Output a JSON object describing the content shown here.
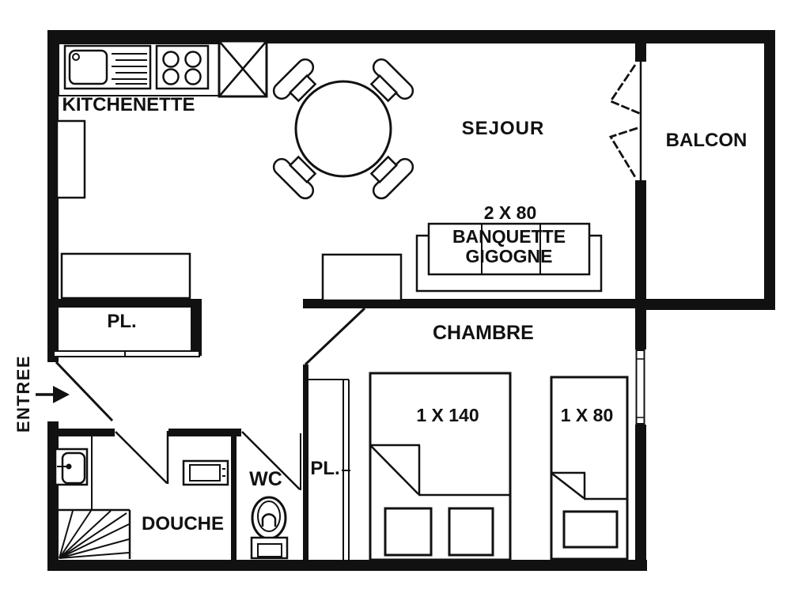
{
  "rooms": {
    "kitchenette": "KITCHENETTE",
    "sejour": "SEJOUR",
    "balcon": "BALCON",
    "chambre": "CHAMBRE",
    "douche": "DOUCHE",
    "wc": "WC",
    "entree": "ENTREE"
  },
  "closets": {
    "entry": "PL.",
    "chambre": "PL."
  },
  "furniture": {
    "banquette": {
      "dim": "2 X 80",
      "line1": "BANQUETTE",
      "line2": "GIGOGNE"
    },
    "double_bed": {
      "dim": "1 X 140"
    },
    "single_bed": {
      "dim": "1 X 80"
    }
  },
  "colors": {
    "line": "#111111",
    "background": "#ffffff"
  }
}
